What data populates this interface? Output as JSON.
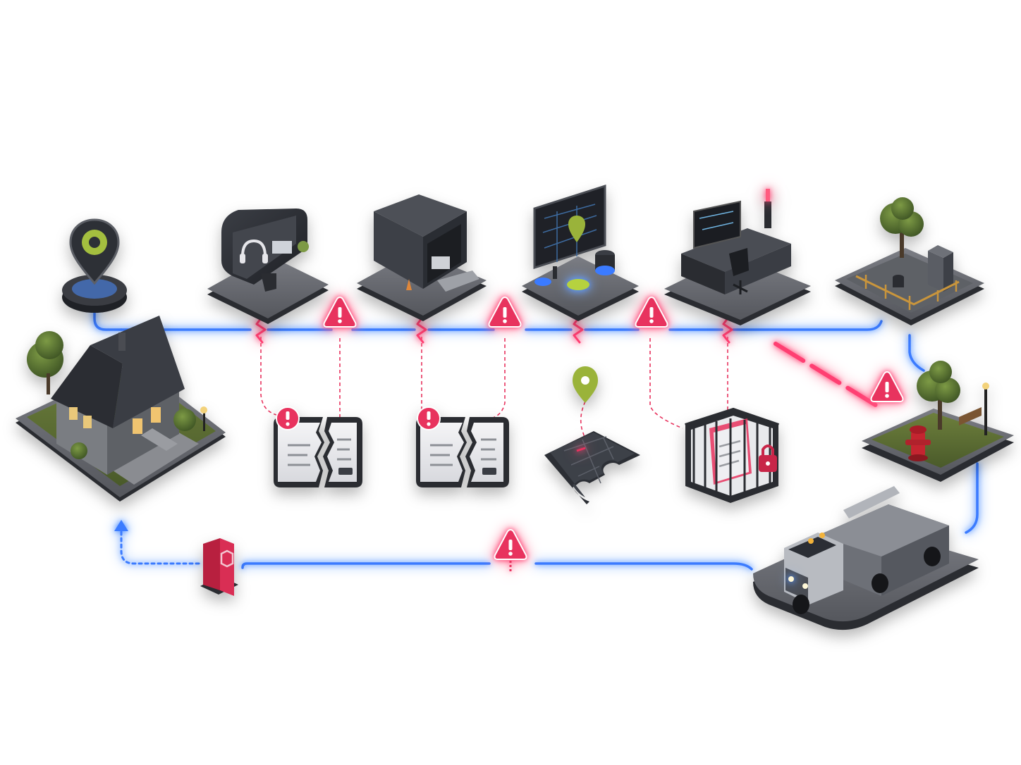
{
  "diagram": {
    "colors": {
      "flow_line": "#3b7bff",
      "break_line": "#ff3f72",
      "alert": "#e8335e",
      "platform_top": "#6d6f75",
      "platform_side": "#2a2c31",
      "location_accent": "#9ab33a",
      "background": "#ffffff"
    },
    "nodes": [
      {
        "id": "location-pin",
        "icon": "location-pin-icon"
      },
      {
        "id": "house",
        "icon": "house-icon"
      },
      {
        "id": "call-center",
        "icon": "call-center-icon"
      },
      {
        "id": "dispatch-garage",
        "icon": "garage-icon"
      },
      {
        "id": "map-display",
        "icon": "map-screen-icon"
      },
      {
        "id": "control-room",
        "icon": "control-desk-icon"
      },
      {
        "id": "facility-yard",
        "icon": "fenced-yard-icon"
      },
      {
        "id": "fire-hydrant-park",
        "icon": "fire-hydrant-icon"
      },
      {
        "id": "utility-truck",
        "icon": "utility-truck-icon"
      },
      {
        "id": "stop-sign",
        "icon": "stop-marker-icon"
      }
    ],
    "issues": [
      {
        "id": "broken-record-1",
        "icon": "broken-document-icon"
      },
      {
        "id": "broken-record-2",
        "icon": "broken-document-icon"
      },
      {
        "id": "missing-map-piece",
        "icon": "puzzle-map-icon"
      },
      {
        "id": "locked-data",
        "icon": "caged-document-icon"
      }
    ],
    "alerts": [
      {
        "id": "alert-1",
        "icon": "warning-triangle-icon"
      },
      {
        "id": "alert-2",
        "icon": "warning-triangle-icon"
      },
      {
        "id": "alert-3",
        "icon": "warning-triangle-icon"
      },
      {
        "id": "alert-4",
        "icon": "warning-triangle-icon"
      },
      {
        "id": "alert-5",
        "icon": "warning-triangle-icon"
      }
    ]
  }
}
